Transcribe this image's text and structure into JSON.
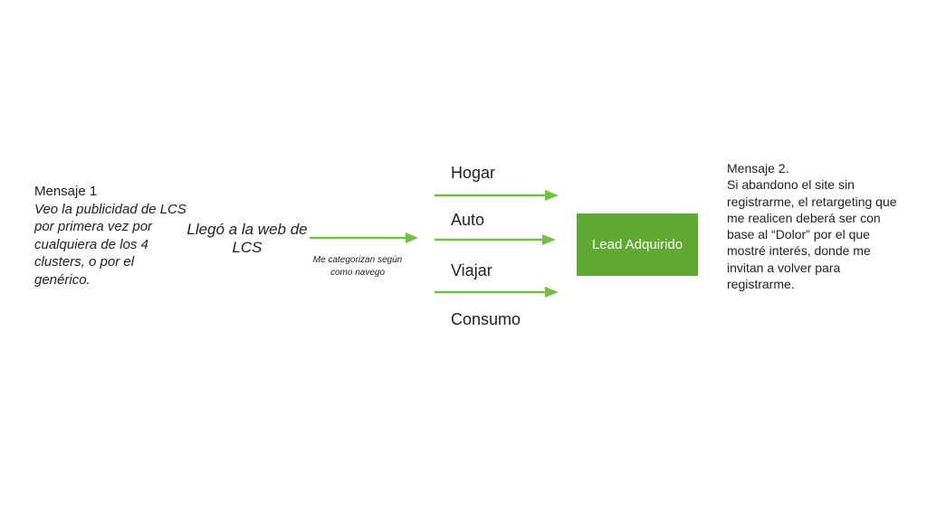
{
  "mensaje1": {
    "title": "Mensaje 1",
    "body": "Veo la publicidad de LCS por primera vez por cualquiera de los 4 clusters, o por el genérico."
  },
  "step": {
    "label": "Llegó a la web de LCS",
    "arrow_caption": "Me categorizan según como navego"
  },
  "clusters": [
    "Hogar",
    "Auto",
    "Viajar",
    "Consumo"
  ],
  "result": {
    "label": "Lead Adquirido"
  },
  "mensaje2": {
    "title": "Mensaje 2.",
    "body": "Si abandono el site sin registrarme, el retargeting que me realicen deberá ser con base al “Dolor” por el que mostré interés, donde me invitan a volver para registrarme."
  },
  "colors": {
    "arrow": "#72c043",
    "box": "#5fa832"
  }
}
